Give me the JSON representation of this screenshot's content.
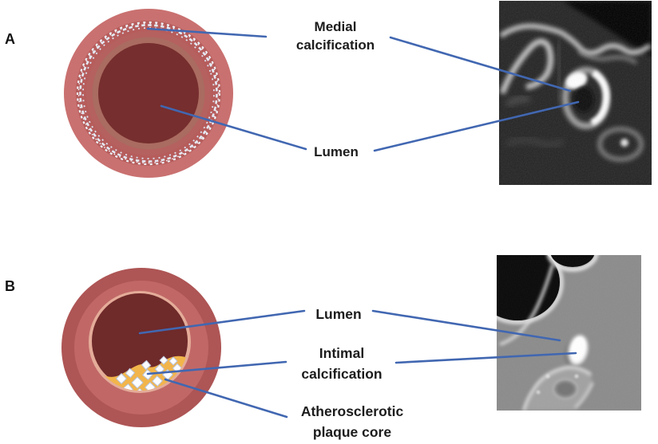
{
  "figure": {
    "panel_a": {
      "label": "A",
      "annotations": {
        "medial_calcification": "Medial calcification",
        "lumen": "Lumen"
      }
    },
    "panel_b": {
      "label": "B",
      "annotations": {
        "lumen": "Lumen",
        "intimal_calcification": "Intimal calcification",
        "atherosclerotic_plaque_core": "Atherosclerotic plaque core"
      }
    },
    "colors": {
      "connector_blue": "#4167b1",
      "label_text": "#1c1c1c",
      "vessel_outer_pink": "#c97170",
      "vessel_media_rose": "#b65d5c",
      "vessel_lumen_maroon": "#752d2d",
      "intima_lining_pink": "#e4ac99",
      "plaque_yellow": "#f2b54b",
      "calcification_white": "#fbfcff"
    }
  }
}
